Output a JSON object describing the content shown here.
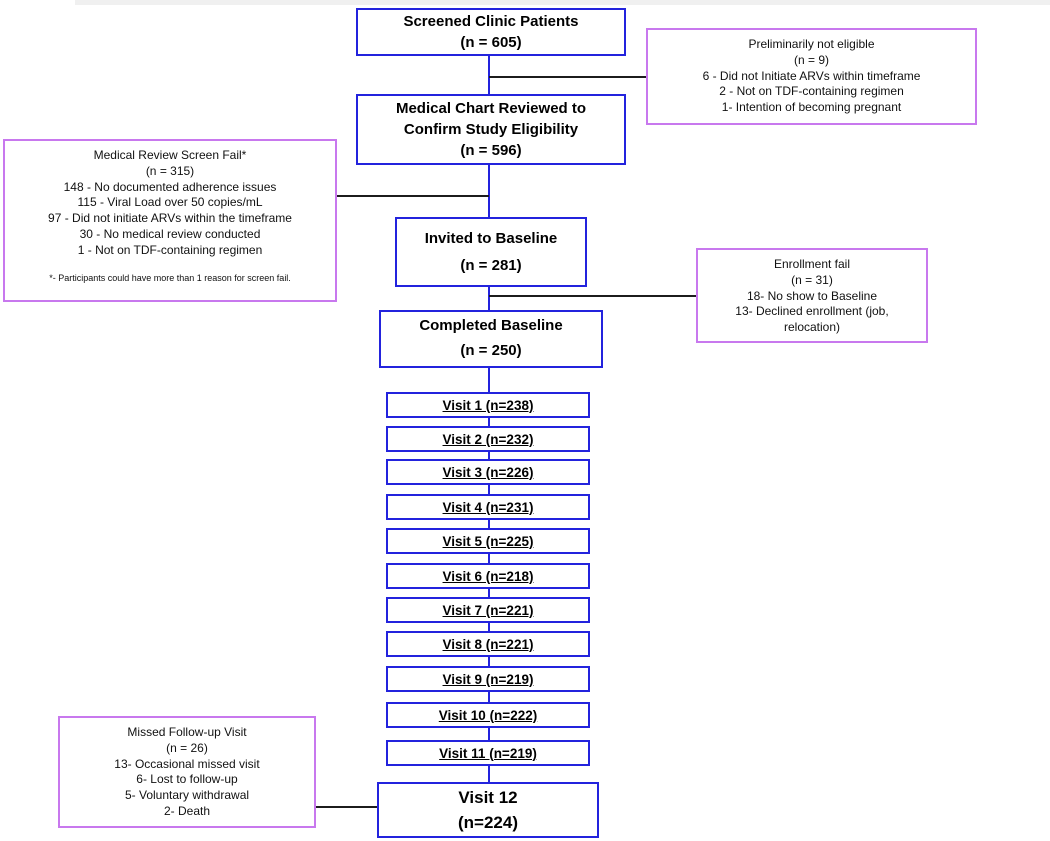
{
  "colors": {
    "box_border_blue": "#2323dd",
    "box_border_purple": "#c878ee",
    "connector_black": "#1c1c1c",
    "connector_blue": "#2323dd"
  },
  "flow": {
    "screened": {
      "line1": "Screened Clinic Patients",
      "line2": "(n = 605)"
    },
    "chart_review": {
      "line1": "Medical Chart Reviewed to",
      "line2": "Confirm Study Eligibility",
      "line3": "(n = 596)"
    },
    "invited": {
      "line1": "Invited to Baseline",
      "line2": "(n = 281)"
    },
    "completed": {
      "line1": "Completed Baseline",
      "line2": "(n = 250)"
    },
    "visits": [
      "Visit 1 (n=238)",
      "Visit 2 (n=232)",
      "Visit 3 (n=226)",
      "Visit 4 (n=231)",
      "Visit 5 (n=225)",
      "Visit 6 (n=218)",
      "Visit 7 (n=221)",
      "Visit 8 (n=221)",
      "Visit 9 (n=219)",
      "Visit 10 (n=222)",
      "Visit 11 (n=219)"
    ],
    "visit12": {
      "line1": "Visit 12",
      "line2": "(n=224)"
    }
  },
  "sides": {
    "prelim": {
      "title": "Preliminarily not eligible",
      "n": "(n = 9)",
      "items": [
        "6 - Did not Initiate ARVs within timeframe",
        "2 - Not on TDF-containing regimen",
        "1- Intention of becoming pregnant"
      ]
    },
    "screen_fail": {
      "title": "Medical Review Screen Fail*",
      "n": "(n = 315)",
      "items": [
        "148 - No documented adherence issues",
        "115 - Viral Load over 50 copies/mL",
        "97 - Did not initiate ARVs within the timeframe",
        "30 - No medical review conducted",
        "1 - Not on TDF-containing regimen"
      ],
      "footnote": "*- Participants could have more than 1 reason for screen fail."
    },
    "enroll_fail": {
      "title": "Enrollment fail",
      "n": "(n = 31)",
      "items": [
        "18- No show to Baseline",
        "13- Declined enrollment (job, relocation)"
      ]
    },
    "missed": {
      "title": "Missed Follow-up Visit",
      "n": "(n = 26)",
      "items": [
        "13- Occasional missed visit",
        "6- Lost to follow-up",
        "5- Voluntary withdrawal",
        "2- Death"
      ]
    }
  }
}
